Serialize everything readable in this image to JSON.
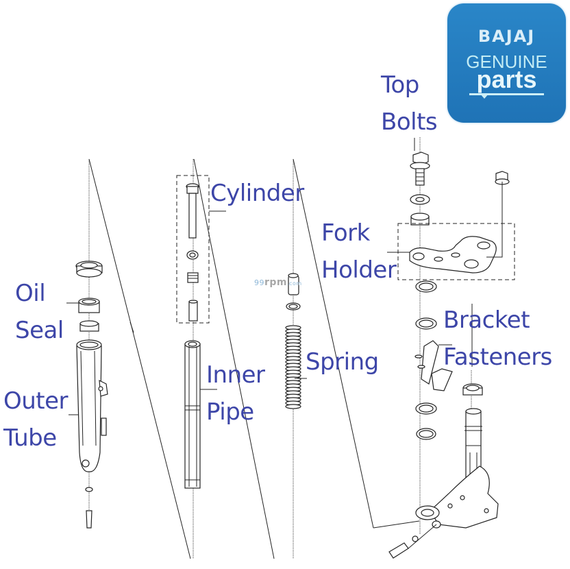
{
  "diagram": {
    "title": "Front Fork Assembly Exploded View",
    "labels": {
      "top_bolts": [
        "Top",
        "Bolts"
      ],
      "cylinder": "Cylinder",
      "fork_holder": [
        "Fork",
        "Holder"
      ],
      "oil_seal": [
        "Oil",
        "Seal"
      ],
      "bracket_fasteners": [
        "Bracket",
        "Fasteners"
      ],
      "spring": "Spring",
      "inner_pipe": [
        "Inner",
        "Pipe"
      ],
      "outer_tube": [
        "Outer",
        "Tube"
      ]
    },
    "label_color": "#3d46a8"
  },
  "logo": {
    "line1": "BAJAJ",
    "line2": "GENUINE",
    "line3": "parts",
    "background": "#2479bd"
  },
  "watermark": {
    "prefix": "99",
    "main": "rpm",
    "suffix": ".com"
  }
}
